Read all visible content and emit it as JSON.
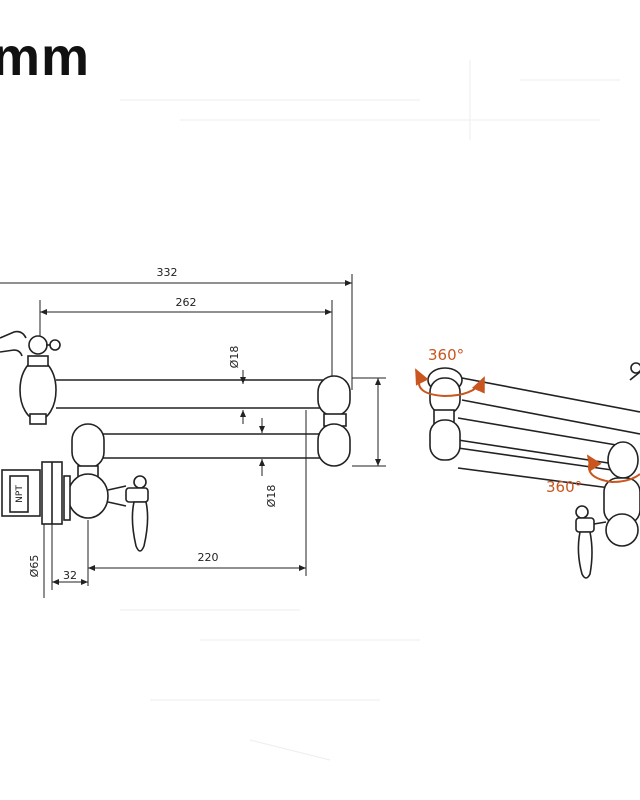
{
  "diagram": {
    "unit_label": "mm",
    "dimensions": {
      "overall_length": "332",
      "arm_length": "262",
      "upper_pipe_diameter": "Ø18",
      "lower_pipe_diameter": "Ø18",
      "lower_arm_length": "220",
      "wall_offset": "32",
      "flange_diameter": "Ø65"
    },
    "inlet_label": "NPT",
    "rotation": {
      "upper_joint": "360°",
      "lower_joint": "360°"
    },
    "colors": {
      "line": "#222222",
      "rotation_arrow": "#c8561e"
    }
  }
}
